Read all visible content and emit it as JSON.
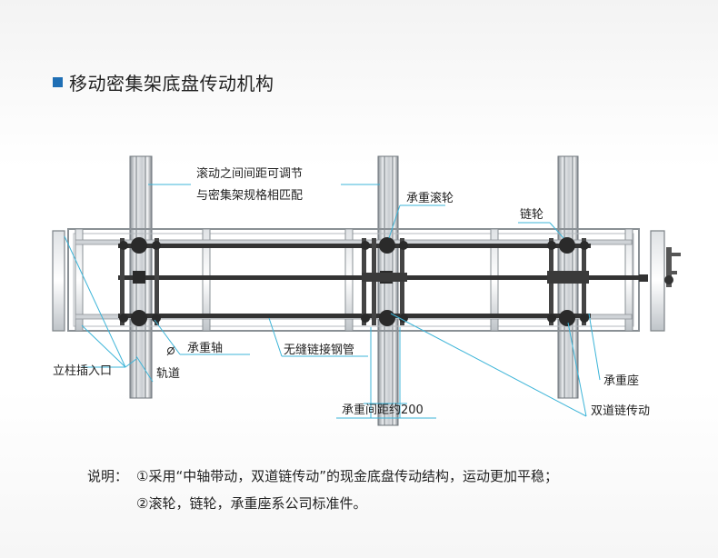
{
  "header": {
    "title": "移动密集架底盘传动机构"
  },
  "diagram": {
    "labels": {
      "roller_spacing": "滚动之间间距可调节",
      "match_spec": "与密集架规格相匹配",
      "load_roller": "承重滚轮",
      "sprocket": "链轮",
      "column_slot": "立柱插入口",
      "load_shaft": "承重轴",
      "track": "轨道",
      "seamless_pipe": "无缝链接钢管",
      "load_seat": "承重座",
      "double_chain": "双道链传动",
      "load_spacing": "承重间距约200"
    },
    "colors": {
      "accent": "#1f6fb5",
      "leader": "#3cb4d8",
      "frame": "#9aa0a6",
      "dark": "#2a2a2a"
    }
  },
  "notes": {
    "lead": "说明：",
    "line1": "①采用“中轴带动，双道链传动”的现金底盘传动结构，运动更加平稳；",
    "line2": "②滚轮，链轮，承重座系公司标准件。"
  }
}
